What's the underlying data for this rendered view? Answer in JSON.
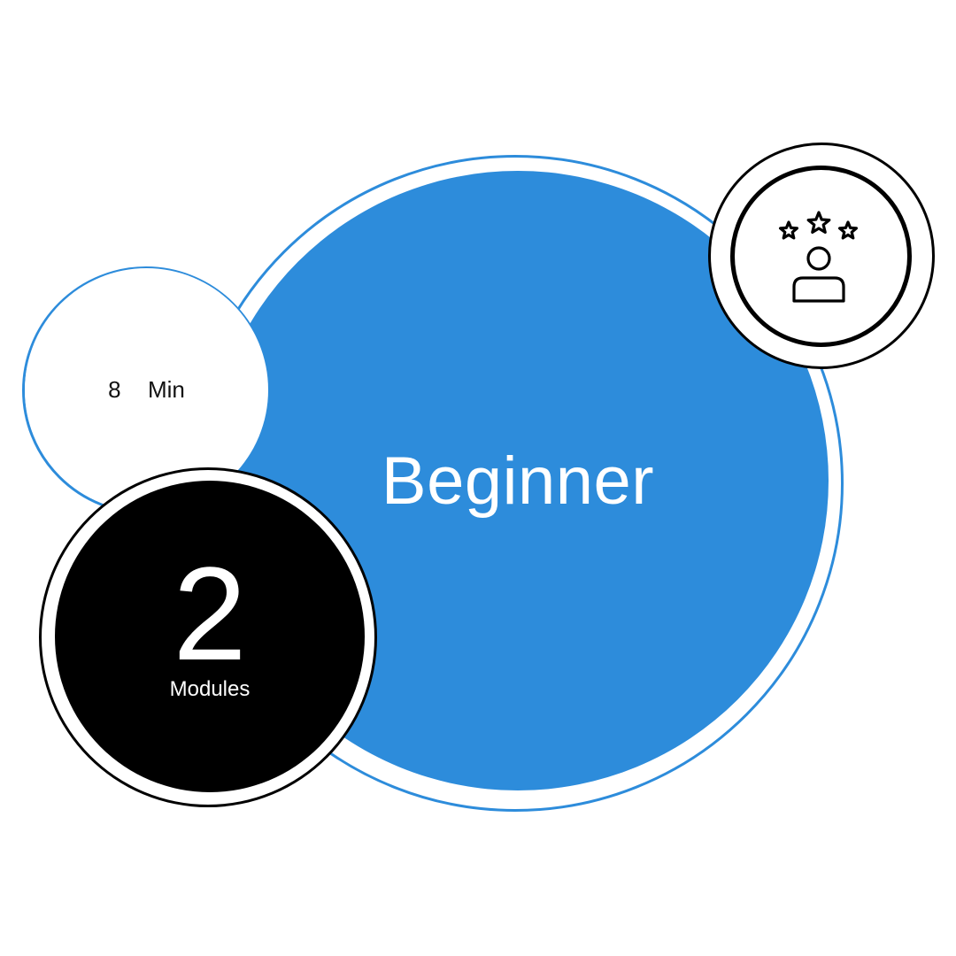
{
  "level": {
    "label": "Beginner",
    "color": "#2d8cdb"
  },
  "duration": {
    "label": "8  Min"
  },
  "modules": {
    "count": "2",
    "label": "Modules"
  },
  "badge": {
    "icon": "user-rating-stars-icon"
  }
}
